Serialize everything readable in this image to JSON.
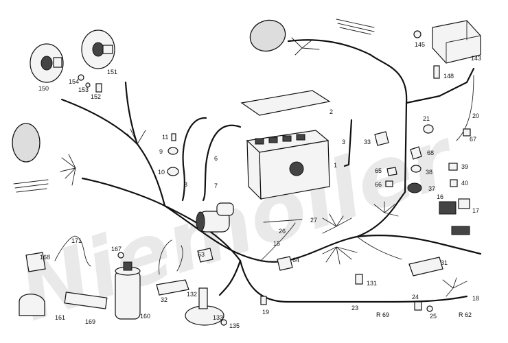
{
  "watermark": "Niemöller",
  "labels": [
    {
      "id": "1",
      "text": "1"
    },
    {
      "id": "2",
      "text": "2"
    },
    {
      "id": "3",
      "text": "3"
    },
    {
      "id": "6",
      "text": "6"
    },
    {
      "id": "7",
      "text": "7"
    },
    {
      "id": "8",
      "text": "8"
    },
    {
      "id": "9",
      "text": "9"
    },
    {
      "id": "10",
      "text": "10"
    },
    {
      "id": "11",
      "text": "11"
    },
    {
      "id": "15",
      "text": "15"
    },
    {
      "id": "16",
      "text": "16"
    },
    {
      "id": "17",
      "text": "17"
    },
    {
      "id": "18",
      "text": "18"
    },
    {
      "id": "19",
      "text": "19"
    },
    {
      "id": "20",
      "text": "20"
    },
    {
      "id": "21",
      "text": "21"
    },
    {
      "id": "23",
      "text": "23"
    },
    {
      "id": "24",
      "text": "24"
    },
    {
      "id": "25",
      "text": "25"
    },
    {
      "id": "26",
      "text": "26"
    },
    {
      "id": "27",
      "text": "27"
    },
    {
      "id": "31",
      "text": "31"
    },
    {
      "id": "32",
      "text": "32"
    },
    {
      "id": "33",
      "text": "33"
    },
    {
      "id": "37",
      "text": "37"
    },
    {
      "id": "38",
      "text": "38"
    },
    {
      "id": "39",
      "text": "39"
    },
    {
      "id": "40",
      "text": "40"
    },
    {
      "id": "63",
      "text": "63"
    },
    {
      "id": "64",
      "text": "64"
    },
    {
      "id": "65",
      "text": "65"
    },
    {
      "id": "66",
      "text": "66"
    },
    {
      "id": "67",
      "text": "67"
    },
    {
      "id": "68",
      "text": "68"
    },
    {
      "id": "131",
      "text": "131"
    },
    {
      "id": "132",
      "text": "132"
    },
    {
      "id": "133",
      "text": "133"
    },
    {
      "id": "135",
      "text": "135"
    },
    {
      "id": "143",
      "text": "143"
    },
    {
      "id": "145",
      "text": "145"
    },
    {
      "id": "148",
      "text": "148"
    },
    {
      "id": "150",
      "text": "150"
    },
    {
      "id": "151",
      "text": "151"
    },
    {
      "id": "152",
      "text": "152"
    },
    {
      "id": "153",
      "text": "153"
    },
    {
      "id": "154",
      "text": "154"
    },
    {
      "id": "160",
      "text": "160"
    },
    {
      "id": "161",
      "text": "161"
    },
    {
      "id": "167",
      "text": "167"
    },
    {
      "id": "168",
      "text": "168"
    },
    {
      "id": "169",
      "text": "169"
    },
    {
      "id": "171",
      "text": "171"
    },
    {
      "id": "R69",
      "text": "R 69"
    },
    {
      "id": "R62",
      "text": "R 62"
    }
  ]
}
